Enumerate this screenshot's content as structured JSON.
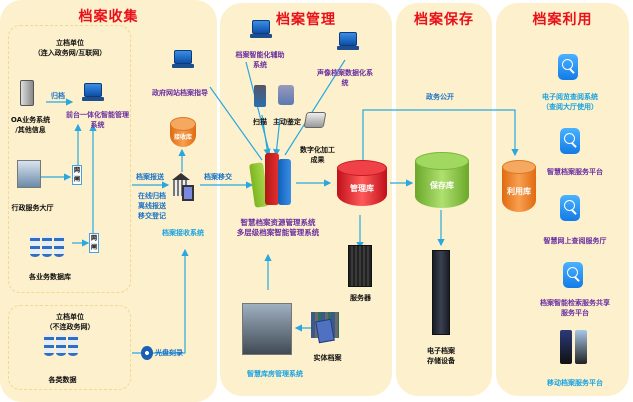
{
  "panels": {
    "collect": {
      "title": "档案收集"
    },
    "manage": {
      "title": "档案管理"
    },
    "preserve": {
      "title": "档案保存"
    },
    "use": {
      "title": "档案利用"
    }
  },
  "collect": {
    "networked_unit": {
      "title": "立档单位",
      "subtitle": "（连入政务网/互联网）"
    },
    "doc_system": {
      "label": "OA业务系统\n/其他信息"
    },
    "import_label": "归档",
    "integrated_system": {
      "label": "前台一体化智能管理\n系统"
    },
    "service_hall": {
      "label": "行政服务大厅"
    },
    "gateway_a": "网闸",
    "gateway_b": "网闸",
    "biz_db": {
      "label": "各业务数据库"
    },
    "offline_unit": {
      "title": "立档单位",
      "subtitle": "（不连政务网）"
    },
    "offline_db": {
      "label": "各类数据"
    },
    "disc_label": "光盘刻录",
    "remote_guidance": {
      "label": "政府网站档案指导"
    },
    "receive_db": {
      "label": "接收库"
    },
    "receive_labels": [
      "档案报送",
      "在线归档",
      "离线报送",
      "移交登记"
    ],
    "receive_system": {
      "label": "档案接收系统"
    },
    "transfer_label": "档案移交"
  },
  "manage": {
    "assist_system": {
      "label": "档案智能化辅助\n系统"
    },
    "audio_system": {
      "label": "声像档案数据化系\n统"
    },
    "device_a": "扫描",
    "device_b": "主动鉴定",
    "scanner": {
      "label": "数字化加工\n成果"
    },
    "core_system": {
      "label": "智慧档案资源管理系统\n多层级档案智能管理系统"
    },
    "manage_db": {
      "label": "管理库"
    },
    "server": {
      "label": "服务器"
    },
    "storage_system": {
      "label": "智慧库房管理系统"
    },
    "physical_archives": {
      "label": "实体档案"
    }
  },
  "preserve": {
    "publish_label": "政务公开",
    "preserve_db": {
      "label": "保存库"
    },
    "storage_device": {
      "label": "电子档案\n存储设备"
    }
  },
  "use": {
    "use_db": {
      "label": "利用库"
    },
    "items": [
      {
        "label": "电子阅览查阅系统\n（查阅大厅使用）",
        "icon": "search-icon"
      },
      {
        "label": "智慧档案服务平台",
        "icon": "search-icon"
      },
      {
        "label": "智慧网上查阅服务厅",
        "icon": "search-icon"
      },
      {
        "label": "档案智能检索服务共享\n服务平台",
        "icon": "search-icon"
      },
      {
        "label": "移动档案服务平台",
        "icon": "smartphone-icon"
      }
    ]
  },
  "colors": {
    "panel_bg": "#fdf0cc",
    "title_red": "#e8111a",
    "line_blue": "#29a8e0",
    "label_purple": "#6a2fa0",
    "manage_db": "#e8252e",
    "preserve_db": "#8cc63f",
    "orange_db": "#f08a24"
  }
}
